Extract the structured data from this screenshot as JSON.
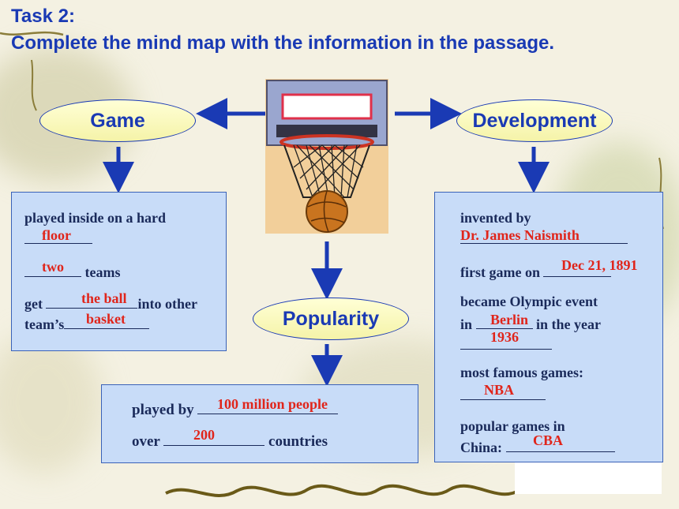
{
  "header": {
    "task": "Task 2:",
    "instruction": "Complete the mind map with the information in the passage."
  },
  "nodes": {
    "game": "Game",
    "development": "Development",
    "popularity": "Popularity"
  },
  "game_box": {
    "line1": "played inside on a hard",
    "ans_floor": "floor",
    "ans_two": "two",
    "teams": "teams",
    "get": "get",
    "ans_ball": "the ball",
    "into_other": "into other",
    "teams_word": "team’s",
    "ans_basket": "basket"
  },
  "development_box": {
    "invented_by": "invented by",
    "ans_inventor": "Dr. James Naismith",
    "first_game_on": "first game on",
    "ans_date": "Dec 21, 1891",
    "became_olympic": "became Olympic event",
    "in_word": "in",
    "ans_city": "Berlin",
    "in_the_year": "in the year",
    "ans_year": "1936",
    "famous_games": "most famous games:",
    "ans_famous": "NBA",
    "popular_china": "popular games in",
    "china_label": "China:",
    "ans_china": "CBA"
  },
  "popularity_box": {
    "played_by": "played by",
    "ans_people": "100 million people",
    "over": "over",
    "ans_countries": "200",
    "countries": "countries"
  },
  "colors": {
    "heading": "#1a3ab4",
    "answer": "#e0251b",
    "box_fill": "#c8dcf8",
    "ellipse_fill": "#ffffd6"
  }
}
